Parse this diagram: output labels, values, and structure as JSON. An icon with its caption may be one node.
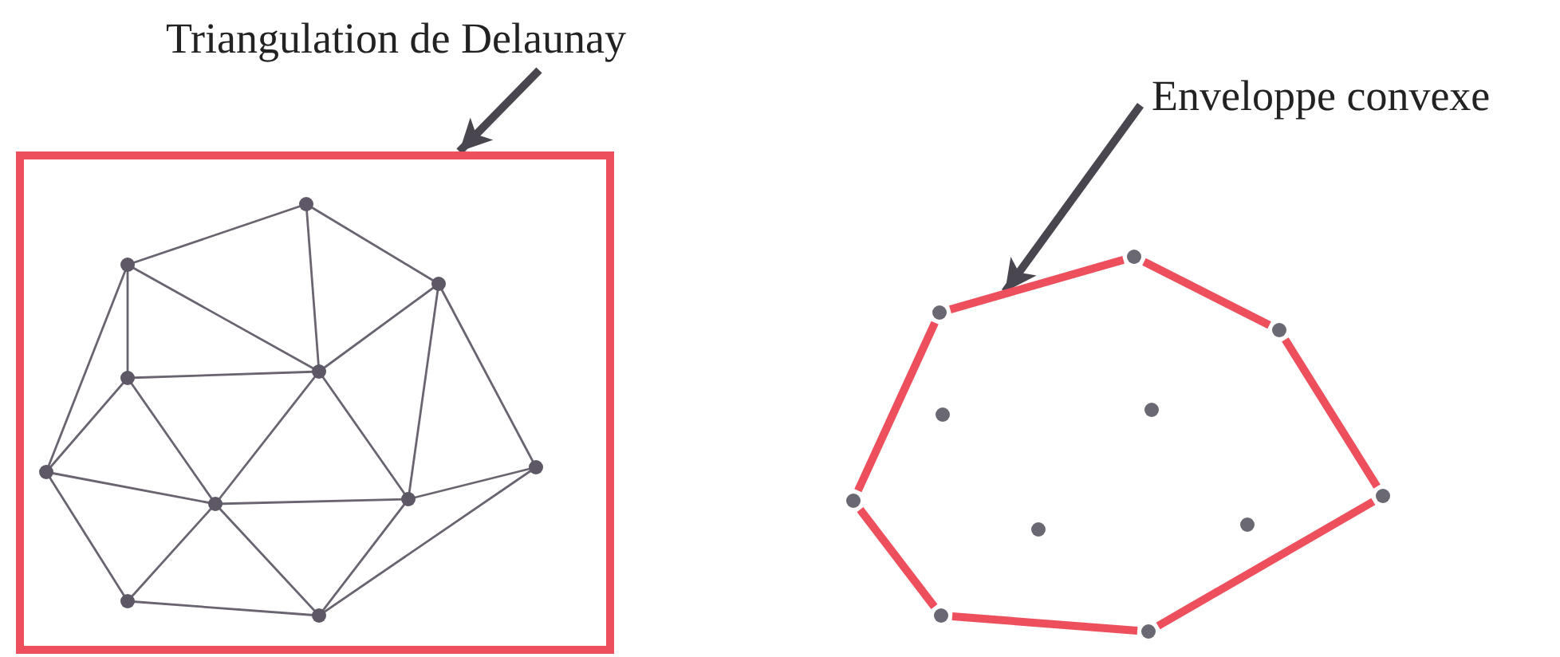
{
  "diagram": {
    "nodes": [
      {
        "text": [
          "Triangulation de Delaunay"
        ]
      },
      {
        "text": [],
        "shape": "box"
      },
      {
        "text": [
          "Enveloppe convexe"
        ]
      },
      {
        "text": [],
        "shape": "polygon"
      }
    ],
    "edges": [
      {
        "from": 0,
        "to": 1,
        "arrow": "to"
      },
      {
        "from": 2,
        "to": 3,
        "arrow": "to"
      }
    ]
  }
}
